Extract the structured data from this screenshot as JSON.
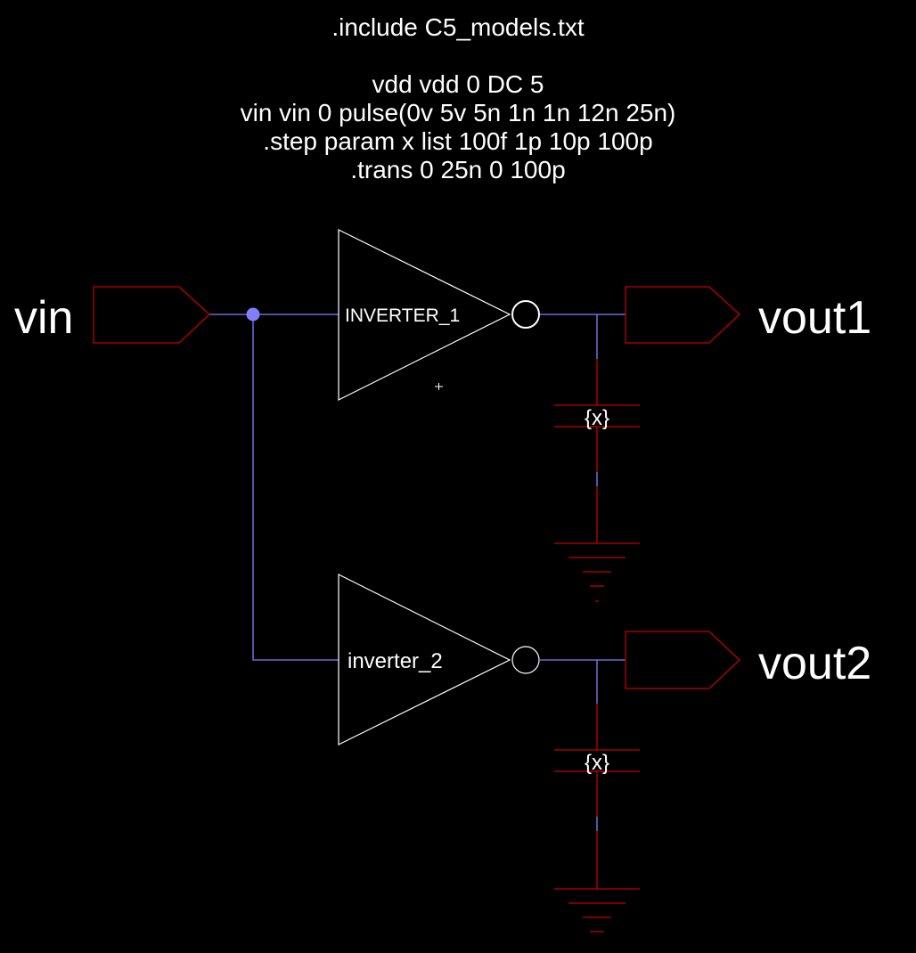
{
  "directives": {
    "include": ".include C5_models.txt",
    "vdd": "vdd vdd 0 DC 5",
    "vin": "vin vin 0 pulse(0v 5v 5n 1n 1n 12n 25n)",
    "step": ".step param x list 100f 1p 10p 100p",
    "trans": ".trans 0 25n 0 100p"
  },
  "ports": {
    "input": "vin",
    "output1": "vout1",
    "output2": "vout2"
  },
  "gates": {
    "gate1": "INVERTER_1",
    "gate2": "inverter_2"
  },
  "capacitors": {
    "cap1": "{x}",
    "cap2": "{x}"
  },
  "colors": {
    "background": "#000000",
    "wire": "#8080ff",
    "component": "#c00000",
    "symbol": "#ffffff"
  }
}
